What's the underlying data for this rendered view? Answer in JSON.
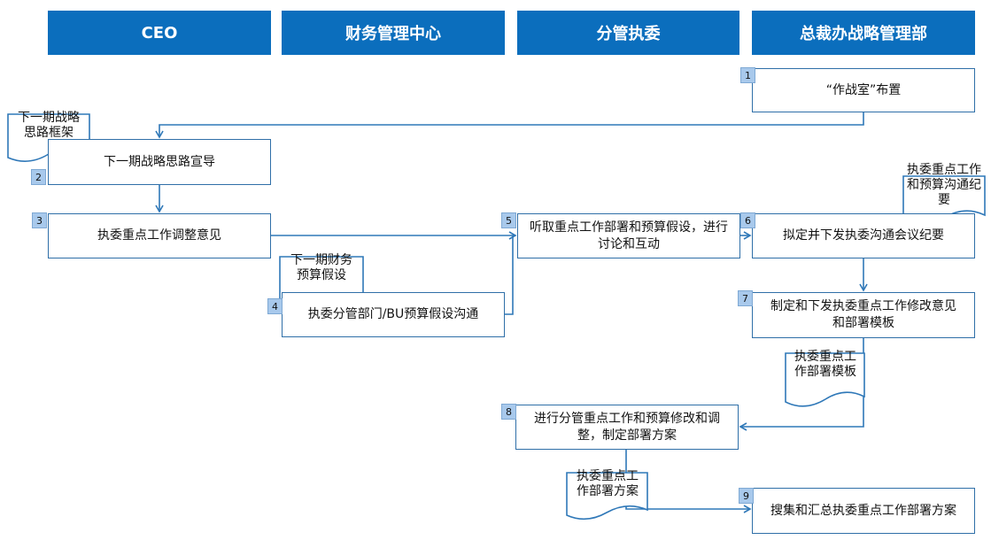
{
  "lanes": [
    "CEO",
    "财务管理中心",
    "分管执委",
    "总裁办战略管理部"
  ],
  "steps": [
    {
      "num": "1",
      "text": "“作战室”布置"
    },
    {
      "num": "2",
      "text": "下一期战略思路宣导"
    },
    {
      "num": "3",
      "text": "执委重点工作调整意见"
    },
    {
      "num": "4",
      "text": "执委分管部门/BU预算假设沟通"
    },
    {
      "num": "5",
      "text": "听取重点工作部署和预算假设，进行讨论和互动"
    },
    {
      "num": "6",
      "text": "拟定并下发执委沟通会议纪要"
    },
    {
      "num": "7",
      "text": "制定和下发执委重点工作修改意见和部署模板"
    },
    {
      "num": "8",
      "text": "进行分管重点工作和预算修改和调整，制定部署方案"
    },
    {
      "num": "9",
      "text": "搜集和汇总执委重点工作部署方案"
    }
  ],
  "documents": [
    {
      "text": "下一期战略思路框架"
    },
    {
      "text": "下一期财务预算假设"
    },
    {
      "text": "执委重点工作和预算沟通纪要"
    },
    {
      "text": "执委重点工作部署模板"
    },
    {
      "text": "执委重点工作部署方案"
    }
  ]
}
